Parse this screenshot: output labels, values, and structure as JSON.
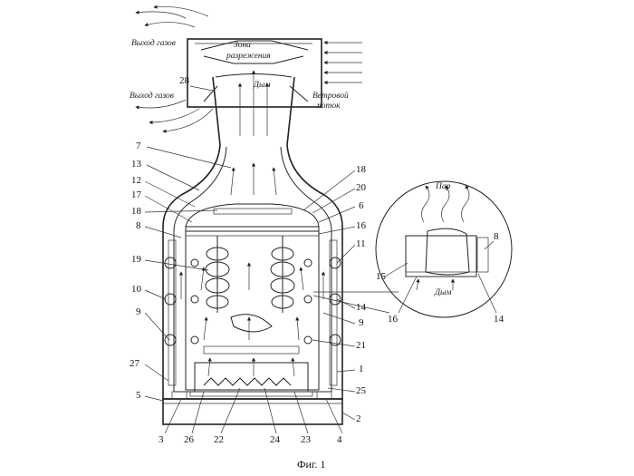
{
  "labels": {
    "exhaust_top": "Выход газов",
    "exhaust_bottom": "Выход газов",
    "rarefaction_zone_1": "Зона",
    "rarefaction_zone_2": "разрежения",
    "smoke_chimney": "Дым",
    "wind_flow_1": "Ветровой",
    "wind_flow_2": "поток",
    "steam": "Пар",
    "smoke_detail": "Дым",
    "caption": "Фиг. 1"
  },
  "numbers": {
    "n28": "28",
    "n7": "7",
    "n13": "13",
    "n12": "12",
    "n17": "17",
    "n18a": "18",
    "n8a": "8",
    "n19": "19",
    "n10": "10",
    "n9a": "9",
    "n27": "27",
    "n5": "5",
    "n3": "3",
    "n26": "26",
    "n22": "22",
    "n24": "24",
    "n23": "23",
    "n4": "4",
    "n18b": "18",
    "n20": "20",
    "n6": "6",
    "n16a": "16",
    "n11": "11",
    "n14a": "14",
    "n9b": "9",
    "n21": "21",
    "n1": "1",
    "n25": "25",
    "n2": "2",
    "n15": "15",
    "n16b": "16",
    "n14b": "14",
    "n8b": "8"
  }
}
